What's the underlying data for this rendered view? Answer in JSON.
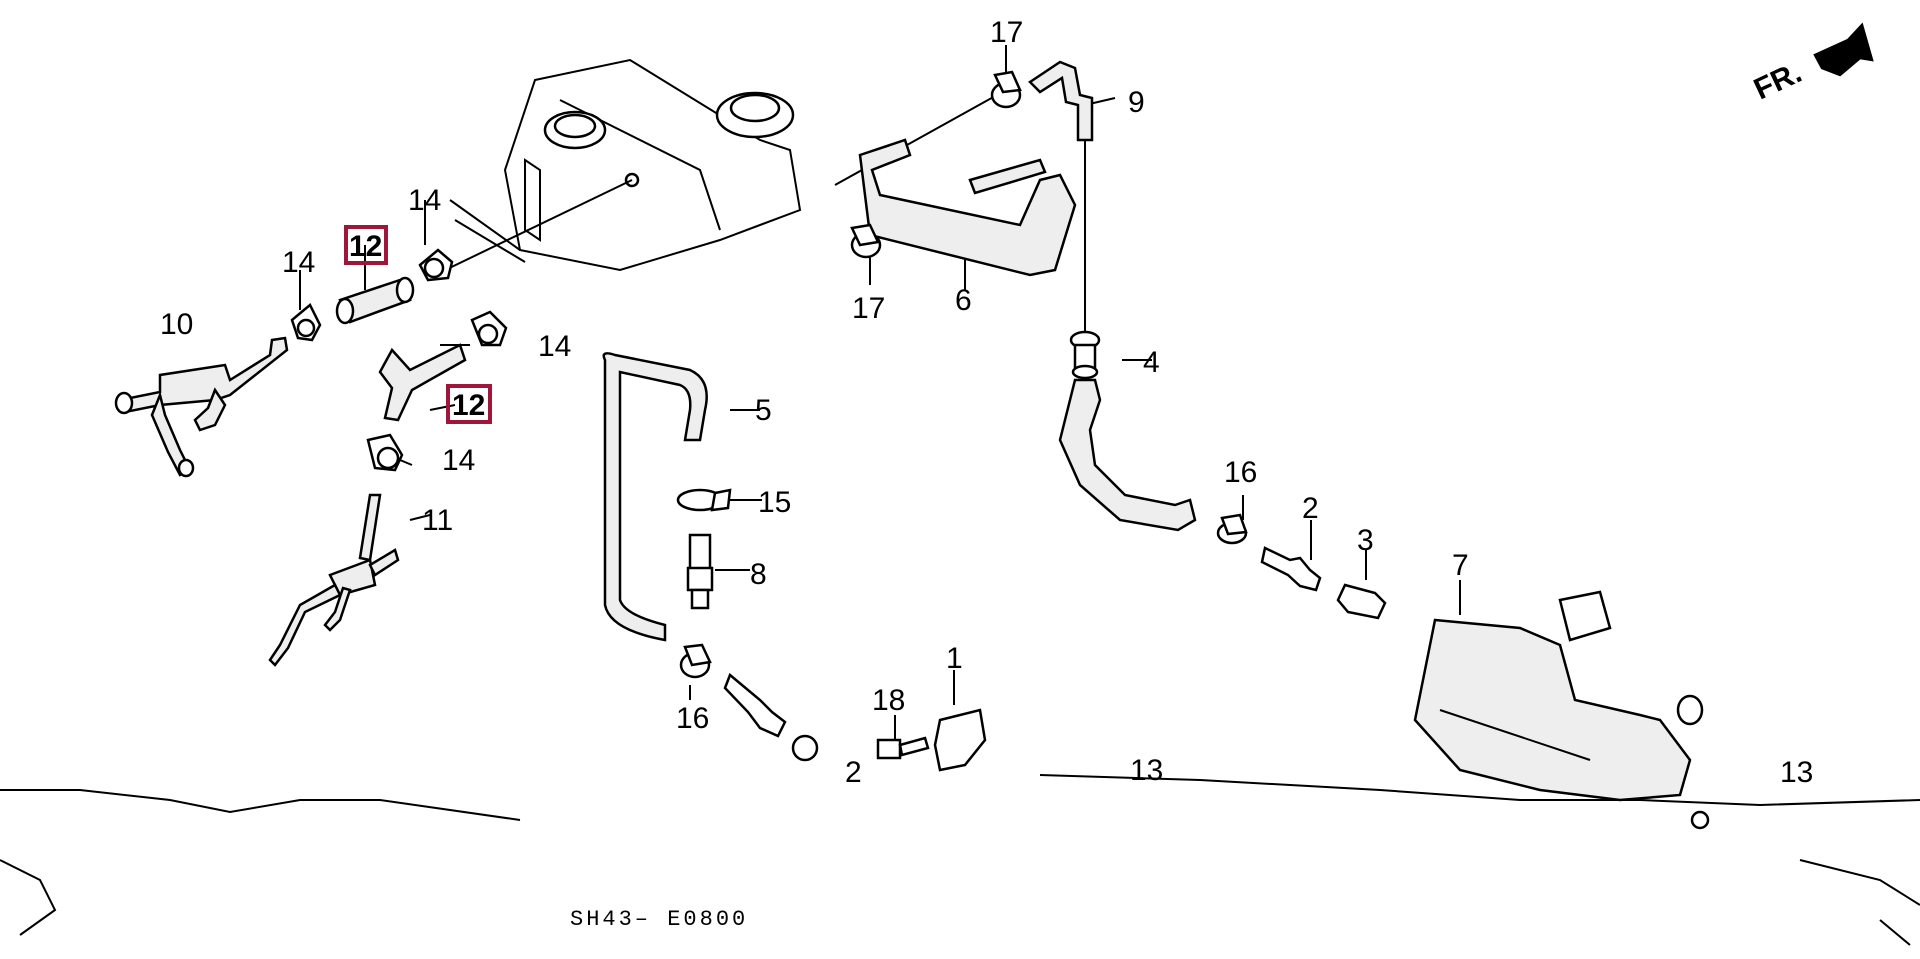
{
  "diagram": {
    "code": "SH43– E0800",
    "direction": "FR.",
    "highlight_color": "#a0163a",
    "callouts": [
      {
        "id": "c17a",
        "label": "17"
      },
      {
        "id": "c9",
        "label": "9"
      },
      {
        "id": "c14a",
        "label": "14"
      },
      {
        "id": "c12a",
        "label": "12",
        "highlighted": true
      },
      {
        "id": "c14b",
        "label": "14"
      },
      {
        "id": "c10",
        "label": "10"
      },
      {
        "id": "c17b",
        "label": "17"
      },
      {
        "id": "c6",
        "label": "6"
      },
      {
        "id": "c14c",
        "label": "14"
      },
      {
        "id": "c4",
        "label": "4"
      },
      {
        "id": "c12b",
        "label": "12",
        "highlighted": true
      },
      {
        "id": "c5",
        "label": "5"
      },
      {
        "id": "c14d",
        "label": "14"
      },
      {
        "id": "c11",
        "label": "11"
      },
      {
        "id": "c16a",
        "label": "16"
      },
      {
        "id": "c15",
        "label": "15"
      },
      {
        "id": "c2a",
        "label": "2"
      },
      {
        "id": "c3",
        "label": "3"
      },
      {
        "id": "c7",
        "label": "7"
      },
      {
        "id": "c8",
        "label": "8"
      },
      {
        "id": "c1",
        "label": "1"
      },
      {
        "id": "c18",
        "label": "18"
      },
      {
        "id": "c16b",
        "label": "16"
      },
      {
        "id": "c2b",
        "label": "2"
      },
      {
        "id": "c13a",
        "label": "13"
      },
      {
        "id": "c13b",
        "label": "13"
      }
    ]
  }
}
